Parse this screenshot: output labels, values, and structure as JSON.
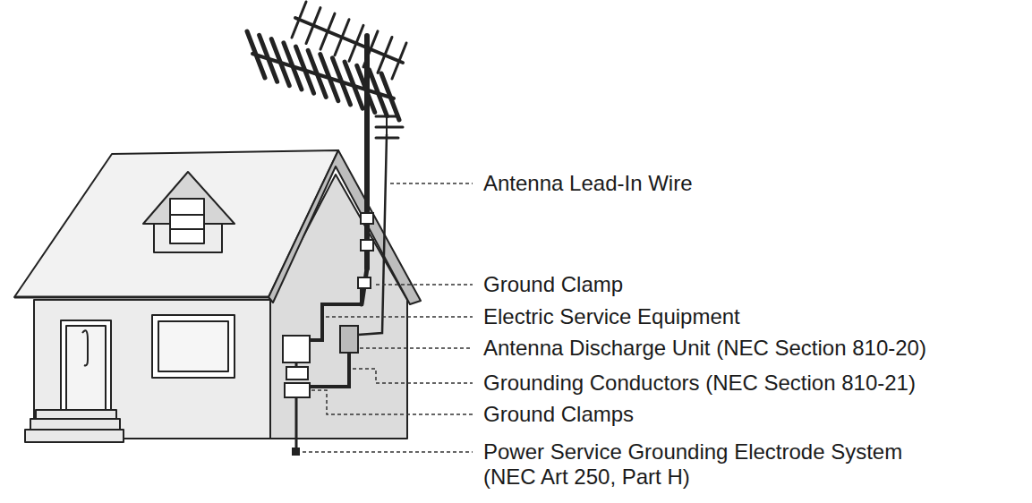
{
  "diagram": {
    "labels": [
      "Antenna Lead-In Wire",
      "Ground Clamp",
      "Electric Service Equipment",
      "Antenna Discharge Unit (NEC Section 810-20)",
      "Grounding Conductors (NEC Section 810-21)",
      "Ground Clamps",
      "Power Service Grounding Electrode System (NEC Art 250, Part H)"
    ]
  }
}
